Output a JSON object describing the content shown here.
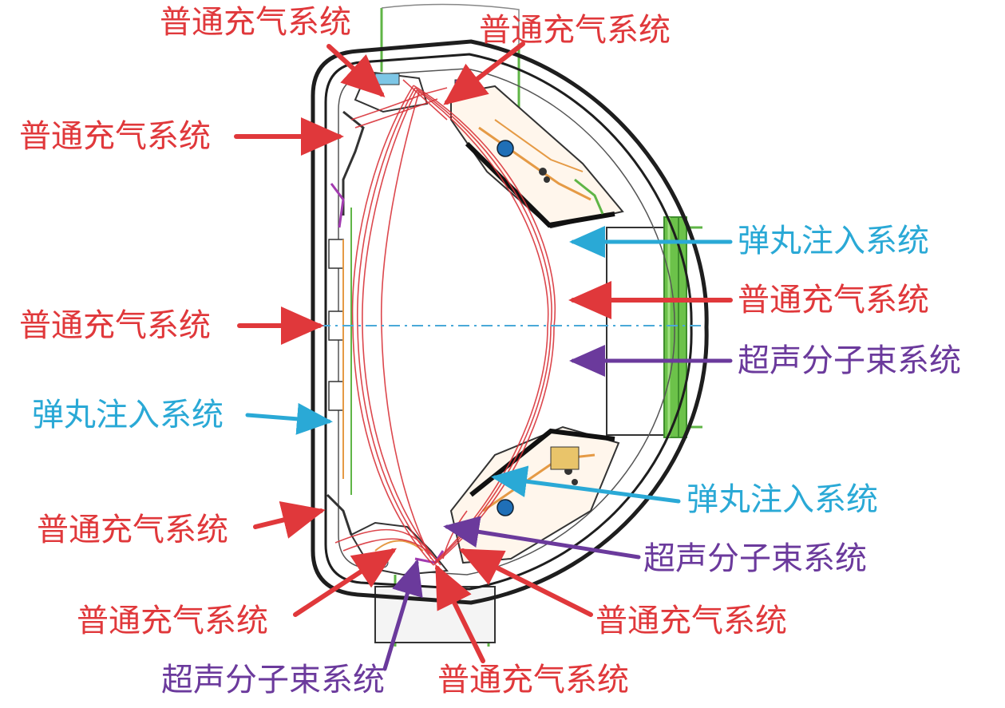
{
  "colors": {
    "gas": "#e0383b",
    "pellet": "#2aa9d6",
    "smbi": "#6b3a9c",
    "wall": "#1e1e1e",
    "support": "#5fb546",
    "plasma": "#d9343a",
    "midplane": "#4aa9d8"
  },
  "labels": {
    "gas_top_left": "普通充气系统",
    "gas_top_right": "普通充气系统",
    "gas_upper_left": "普通充气系统",
    "gas_mid_left": "普通充气系统",
    "pellet_left": "弹丸注入系统",
    "gas_lower_left": "普通充气系统",
    "gas_bottom_left": "普通充气系统",
    "smbi_bottom": "超声分子束系统",
    "gas_bottom_center": "普通充气系统",
    "gas_bottom_right": "普通充气系统",
    "pellet_right_upper": "弹丸注入系统",
    "gas_right": "普通充气系统",
    "smbi_right_upper": "超声分子束系统",
    "pellet_right_lower": "弹丸注入系统",
    "smbi_right_lower": "超声分子束系统"
  }
}
